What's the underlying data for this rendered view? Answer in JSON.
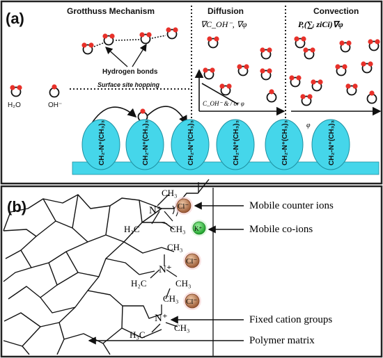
{
  "panel_a": {
    "label": "(a)",
    "sections": {
      "grotthuss": "Grotthuss Mechanism",
      "diffusion": "Diffusion",
      "convection": "Convection"
    },
    "diffusion_formula": "∇C_OH⁻, ∇φ",
    "convection_formula": "P,(∑ᵢ ziCi)∇φ",
    "hydrogen_bonds": "Hydrogen bonds",
    "surface_site_hopping": "Surface site hopping",
    "water_label": "H₂O",
    "hydroxide_label": "OH⁻",
    "diffusion_axis_label": "C_OH⁻ & / or φ",
    "convection_axis_label": "φ",
    "cation_group_label": "CH₂-N⁺(CH₃)₃"
  },
  "panel_b": {
    "label": "(b)",
    "annotations": {
      "mobile_counter_ions": "Mobile counter ions",
      "mobile_co_ions": "Mobile co-ions",
      "fixed_cation_groups": "Fixed cation groups",
      "polymer_matrix": "Polymer matrix"
    },
    "ions": {
      "chloride": "Cl⁻",
      "potassium": "K⁺"
    },
    "methyl": "CH₃",
    "methyl_h3c": "H₃C",
    "methylene_h2c": "H₂C",
    "nitrogen": "N⁺"
  },
  "colors": {
    "cation_fill": "#45d6ea",
    "cation_stroke": "#1d8fa0",
    "oxygen_red": "#e8312a",
    "chloride_fill": "#b5714a",
    "potassium_fill": "#2ecc40"
  }
}
